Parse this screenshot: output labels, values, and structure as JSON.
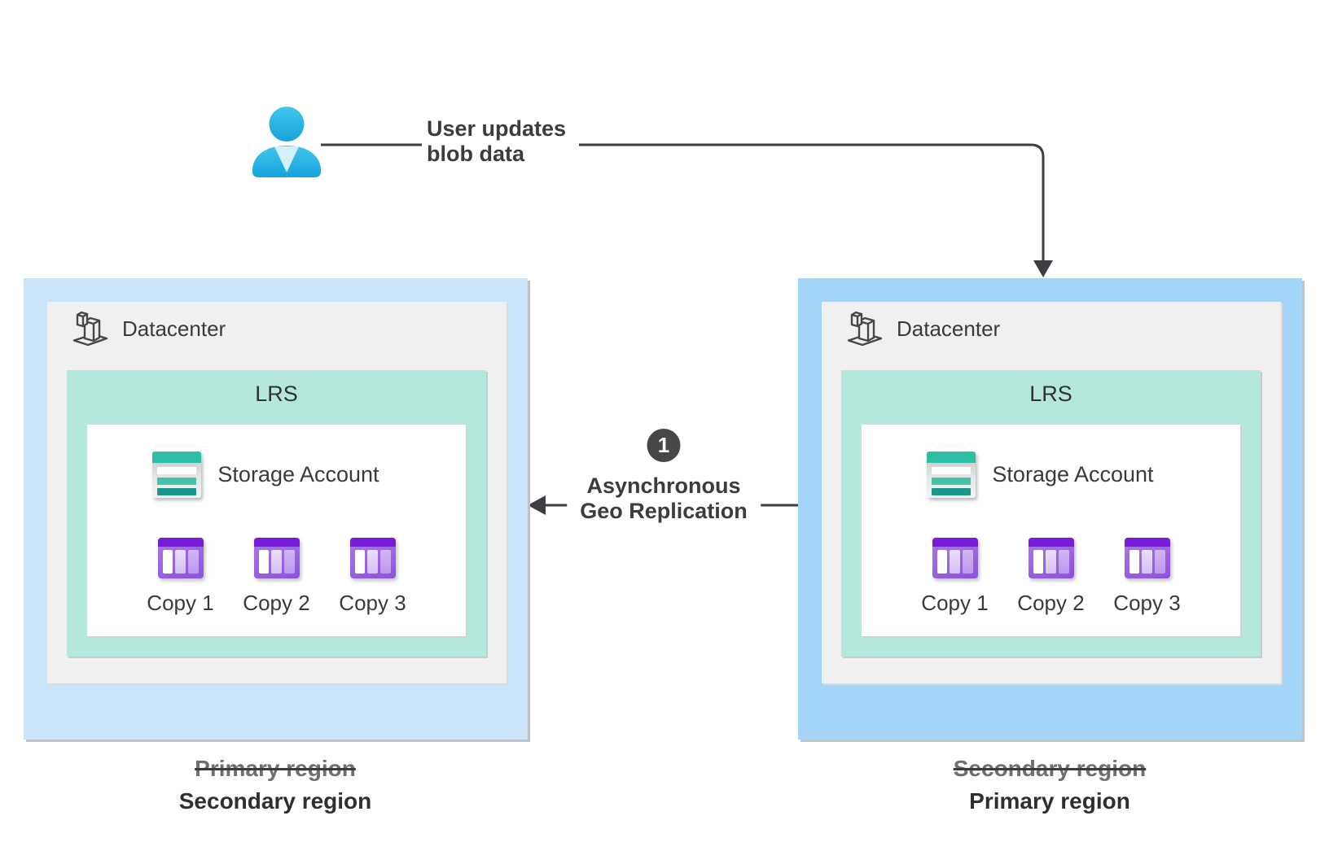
{
  "user_note": {
    "label": "User updates\nblob data"
  },
  "replication": {
    "step_number": "1",
    "label": "Asynchronous\nGeo Replication"
  },
  "regions": [
    {
      "datacenter_label": "Datacenter",
      "lrs_label": "LRS",
      "storage_account_label": "Storage Account",
      "copies": [
        "Copy 1",
        "Copy 2",
        "Copy 3"
      ],
      "previous_role": "Primary region",
      "current_role": "Secondary region"
    },
    {
      "datacenter_label": "Datacenter",
      "lrs_label": "LRS",
      "storage_account_label": "Storage Account",
      "copies": [
        "Copy 1",
        "Copy 2",
        "Copy 3"
      ],
      "previous_role": "Secondary region",
      "current_role": "Primary region"
    }
  ],
  "icons": {
    "user": "person-icon",
    "datacenter": "datacenter-building-icon",
    "storage_account": "storage-account-table-icon",
    "copy": "table-copy-icon",
    "step": "step-number-badge",
    "arrows": [
      "down-arrow-into-primary",
      "left-arrow-geo-replication"
    ]
  },
  "colors": {
    "left_region_bg": "#cbe4f8",
    "right_region_bg": "#a4d5f7",
    "datacenter_bg": "#f0f0f1",
    "lrs_bg": "#b5e8dd",
    "panel_bg": "#ffffff",
    "storage_teal": "#2cbfa6",
    "copy_purple": "#7a1bd8",
    "arrow": "#3e3e42",
    "badge_bg": "#474747",
    "text": "#3a3a3a",
    "struck_text": "#6f6f6f",
    "person_cyan": "#2ab9e8"
  }
}
